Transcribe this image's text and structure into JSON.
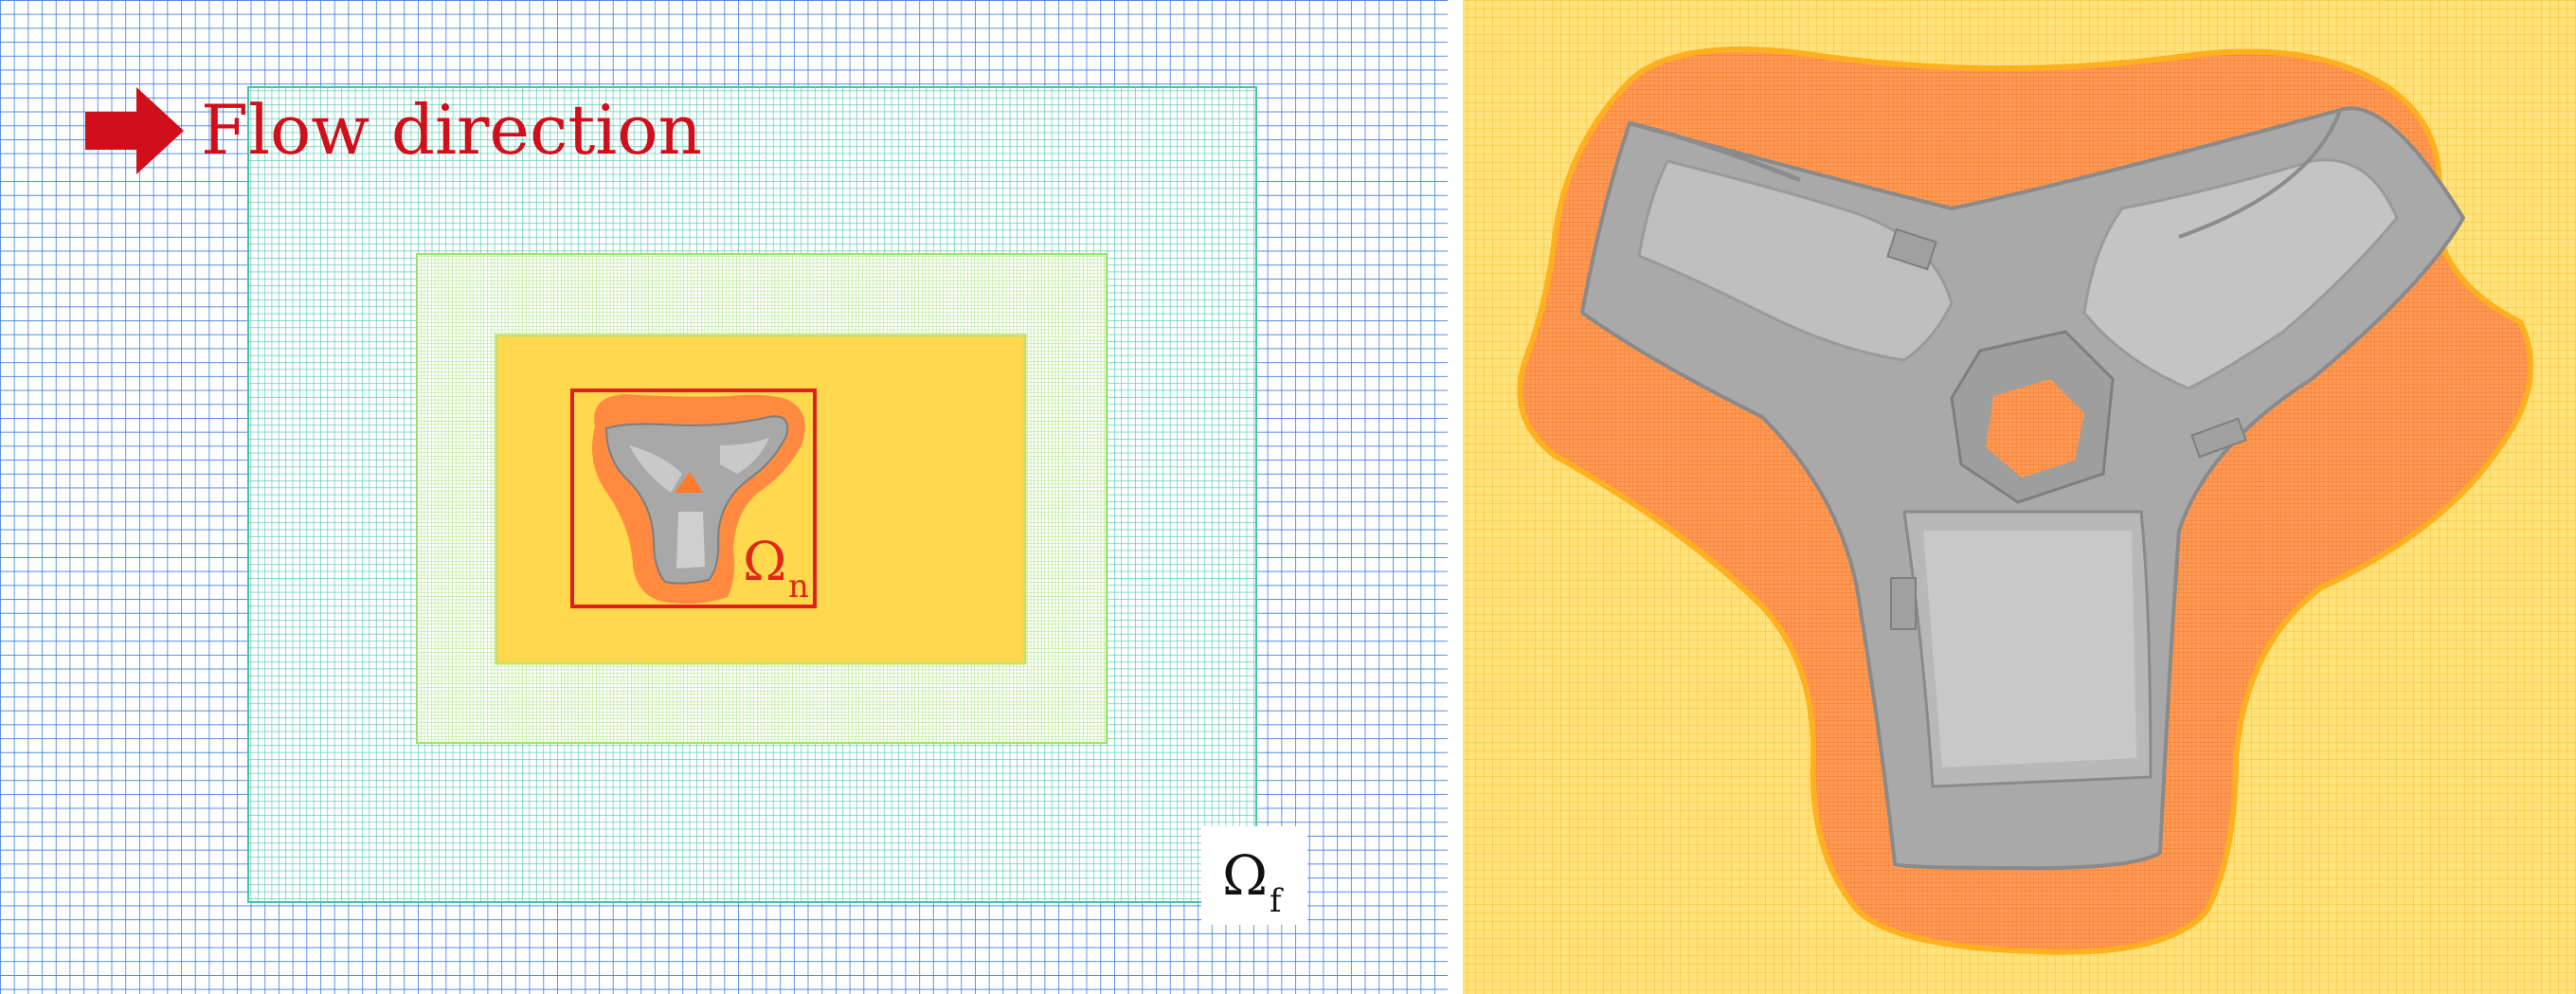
{
  "left_panel": {
    "arrow_label": "Flow direction",
    "near_domain_label": "Ω",
    "near_domain_subscript": "n",
    "far_domain_label": "Ω",
    "far_domain_subscript": "f"
  },
  "colors": {
    "coarse_grid": "#3a7de0",
    "level2_grid": "#44c4a8",
    "level3_grid": "#9ee06a",
    "fine_fill": "#ffd84d",
    "refined_fill": "#ff8a40",
    "structure": "#a6a6a6",
    "highlight": "#e02020",
    "arrow": "#d10f1b"
  }
}
